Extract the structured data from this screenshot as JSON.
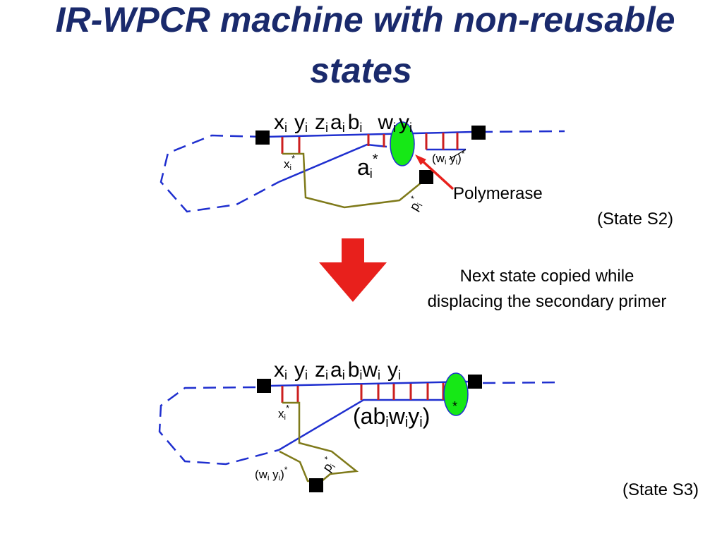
{
  "title": {
    "line1": "IR-WPCR machine with non-reusable",
    "line2": "states"
  },
  "colors": {
    "title": "#1a2a6c",
    "strand": "#1f2fcf",
    "rung": "#cc1f1f",
    "primer": "#7f7a1a",
    "polymerase": "#16e816",
    "arrow": "#e8201c"
  },
  "state_s2": {
    "top_strand_labels": {
      "x": "x",
      "y1": "y",
      "z": "z",
      "a": "a",
      "b": "b",
      "w": "w",
      "y2": "y",
      "subscript": "i"
    },
    "xi_star": {
      "base": "x",
      "sub": "i",
      "sup": "*"
    },
    "ai_star": {
      "base": "a",
      "sub": "i",
      "sup": "*"
    },
    "wiyi_star": {
      "open": "(w",
      "sub1": "i",
      "mid": " y",
      "sub2": "i",
      "close": ")",
      "sup": "*"
    },
    "pi_star": {
      "base": "p",
      "sub": "i",
      "sup": "*"
    },
    "polymerase_label": "Polymerase",
    "state_label": "(State S2)"
  },
  "transition": {
    "line1": "Next state copied while",
    "line2": "displacing the secondary primer"
  },
  "state_s3": {
    "top_strand_labels": {
      "x": "x",
      "y1": "y",
      "z": "z",
      "a": "a",
      "b": "b",
      "w": "w",
      "y2": "y",
      "subscript": "i"
    },
    "xi_star": {
      "base": "x",
      "sub": "i",
      "sup": "*"
    },
    "product_label": {
      "open": "(ab",
      "sub1": "i",
      "w": "w",
      "sub2": "i",
      "y": "y",
      "sub3": "i",
      "close": ")"
    },
    "star": "*",
    "wiyi_star": {
      "open": "(w",
      "sub1": "i",
      "mid": " y",
      "sub2": "i",
      "close": ")",
      "sup": "*"
    },
    "pi_star": {
      "base": "p",
      "sub": "i",
      "sup": "*"
    },
    "state_label": "(State S3)"
  }
}
